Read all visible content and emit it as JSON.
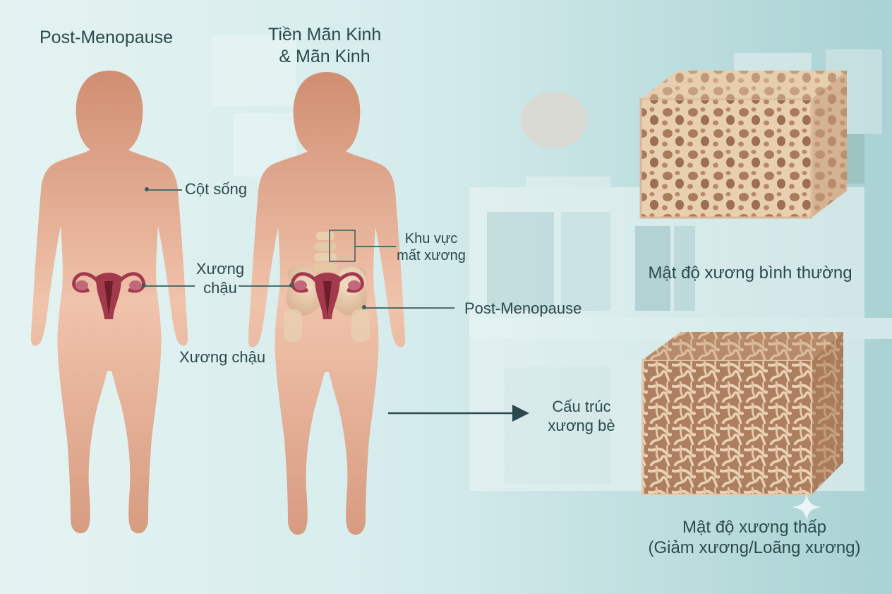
{
  "labels": {
    "left_title": "Post-Menopause",
    "right_title_line1": "Tiền Mãn Kinh",
    "right_title_line2": "& Mãn Kinh",
    "spine": "Cột sống",
    "pelvis_mid_line1": "Xương",
    "pelvis_mid_line2": "chậu",
    "pelvis_bottom": "Xương chậu",
    "loss_area_line1": "Khu vực",
    "loss_area_line2": "mất xương",
    "post_menopause_hip": "Post-Menopause",
    "trabecular_line1": "Cấu trúc",
    "trabecular_line2": "xương bè",
    "normal_density": "Mật độ xương bình thường",
    "low_density_line1": "Mật độ xương thấp",
    "low_density_line2": "(Giảm xương/Loãng xương)"
  },
  "colors": {
    "skin": "#d49a7e",
    "uterus": "#a33a4c",
    "bone": "#e7cfaf",
    "text": "#2b4a4c",
    "arrow": "#2c4a4d",
    "background": "#d4ecec"
  },
  "icons": [
    "sparkle-icon",
    "arrow-right-icon"
  ]
}
